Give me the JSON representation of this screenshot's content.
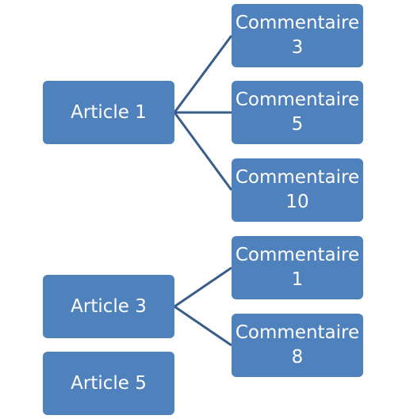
{
  "colors": {
    "node_fill": "#4f81bd",
    "node_text": "#ffffff",
    "connector": "#385d8a"
  },
  "articles": [
    {
      "label": "Article 1",
      "comments": [
        "Commentaire 3",
        "Commentaire 5",
        "Commentaire 10"
      ]
    },
    {
      "label": "Article 3",
      "comments": [
        "Commentaire 1",
        "Commentaire 8"
      ]
    },
    {
      "label": "Article 5",
      "comments": []
    }
  ]
}
